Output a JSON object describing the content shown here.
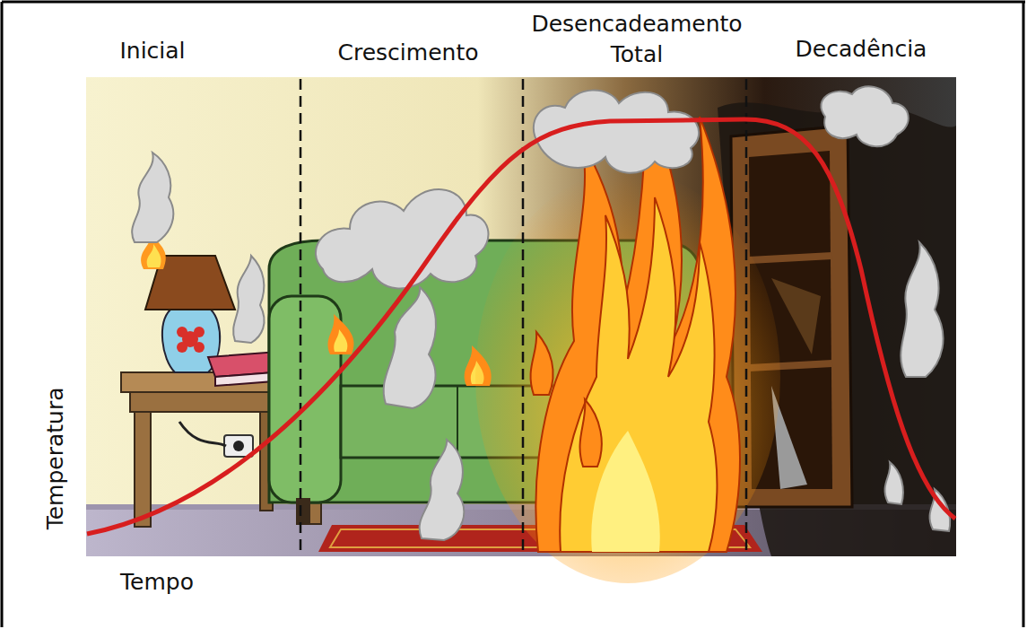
{
  "diagram": {
    "labels": [
      "Inicial",
      "Crescimento",
      "Desencadeamento Total",
      "Decadência",
      "Temperatura",
      "Tempo"
    ]
  }
}
